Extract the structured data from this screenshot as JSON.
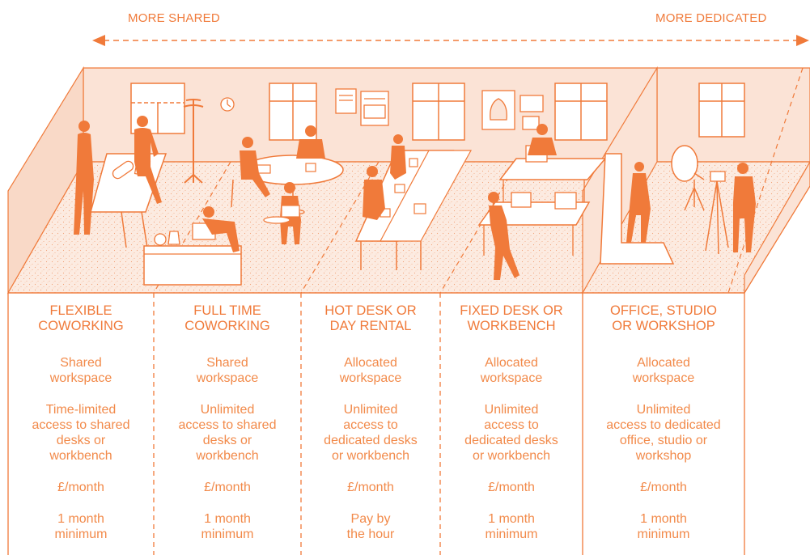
{
  "header": {
    "left_label": "MORE SHARED",
    "right_label": "MORE DEDICATED"
  },
  "colors": {
    "accent": "#f07a3a",
    "room_fill": "#fbe3d6",
    "floor_fill": "#fcebe1"
  },
  "columns": [
    {
      "title": "FLEXIBLE\nCOWORKING",
      "workspace": "Shared\nworkspace",
      "access": "Time-limited\naccess to shared\ndesks or\nworkbench",
      "price": "£/month",
      "term": "1 month\nminimum"
    },
    {
      "title": "FULL TIME\nCOWORKING",
      "workspace": "Shared\nworkspace",
      "access": "Unlimited\naccess to shared\ndesks or\nworkbench",
      "price": "£/month",
      "term": "1 month\nminimum"
    },
    {
      "title": "HOT DESK OR\nDAY RENTAL",
      "workspace": "Allocated\nworkspace",
      "access": "Unlimited\naccess to\ndedicated desks\nor workbench",
      "price": "£/month",
      "term": "Pay by\nthe hour"
    },
    {
      "title": "FIXED DESK OR\nWORKBENCH",
      "workspace": "Allocated\nworkspace",
      "access": "Unlimited\naccess to\ndedicated desks\nor workbench",
      "price": "£/month",
      "term": "1 month\nminimum"
    },
    {
      "title": "OFFICE, STUDIO\nOR WORKSHOP",
      "workspace": "Allocated\nworkspace",
      "access": "Unlimited\naccess to dedicated\noffice, studio or\nworkshop",
      "price": "£/month",
      "term": "1 month\nminimum"
    }
  ]
}
